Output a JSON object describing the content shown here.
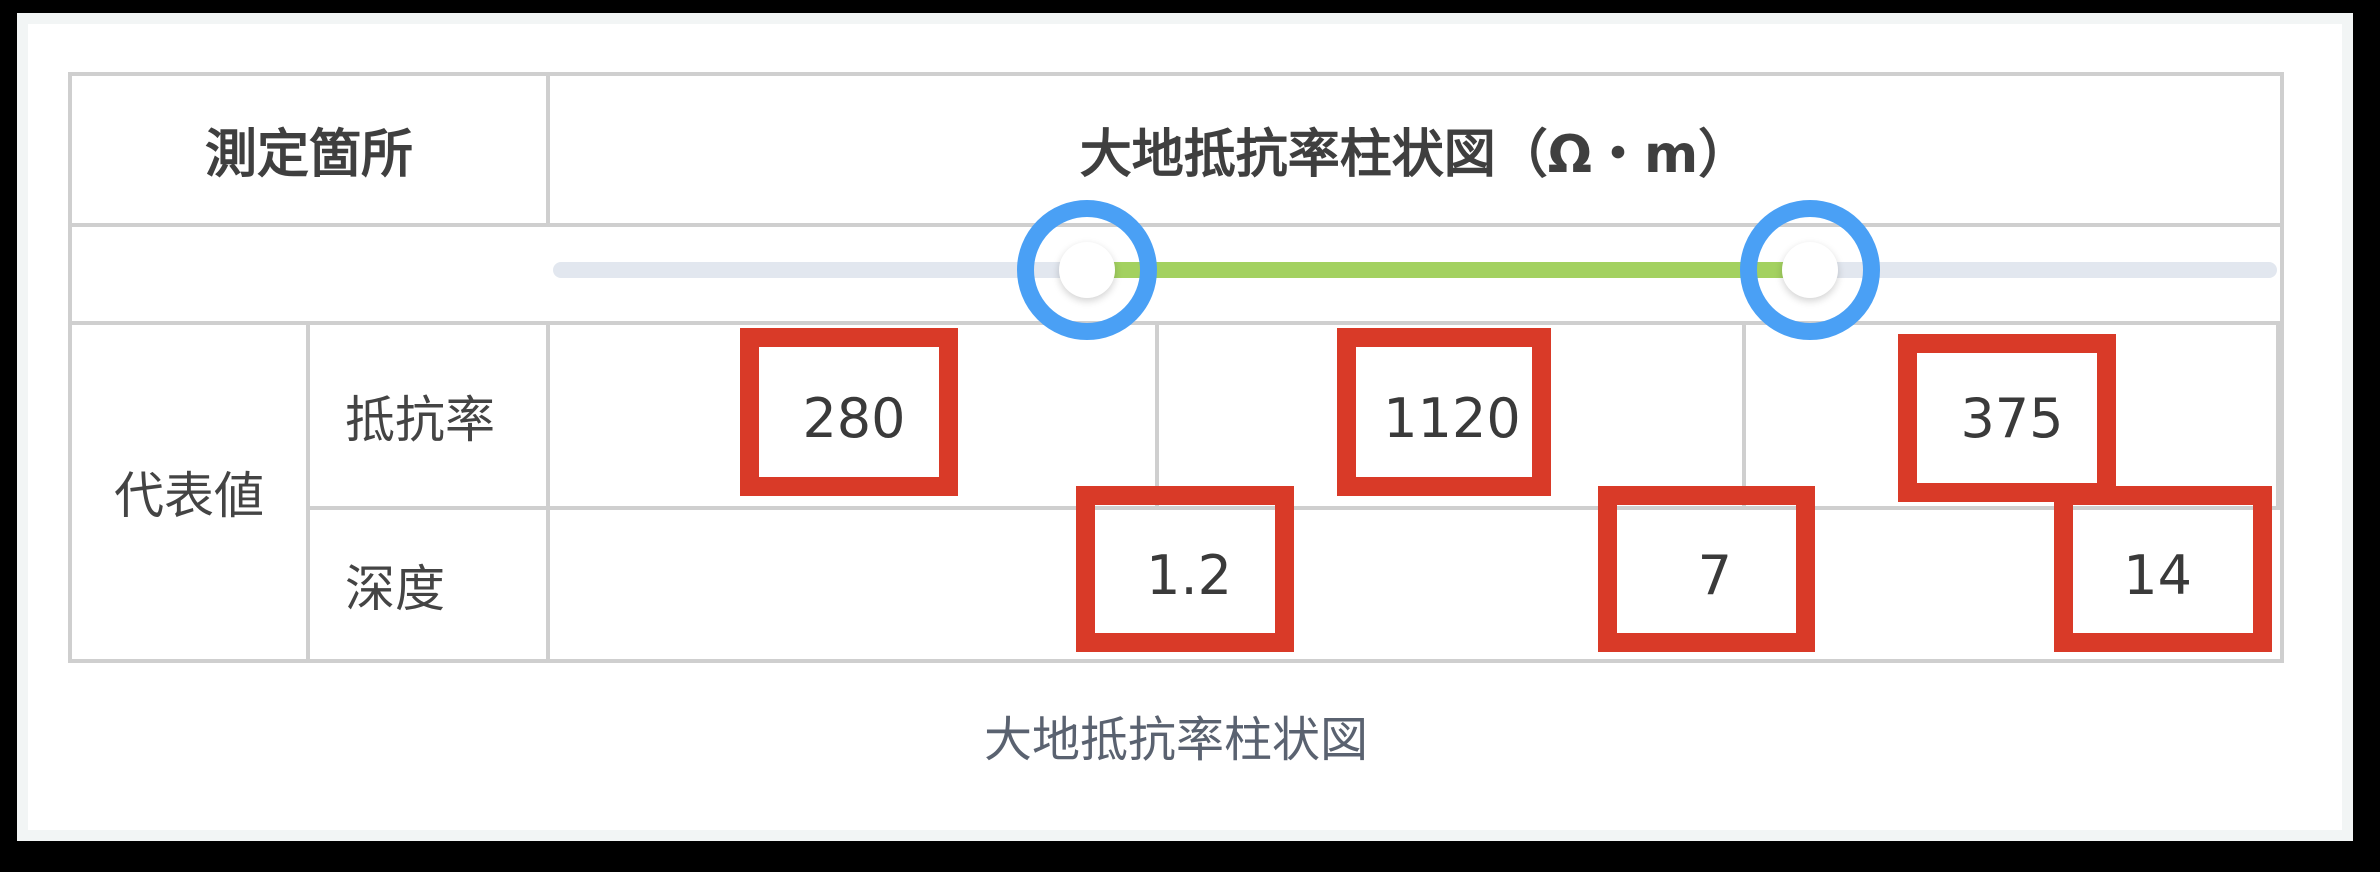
{
  "table": {
    "header_location": "測定箇所",
    "header_chart_title": "大地抵抗率柱状図（Ω・m）",
    "row_group_label": "代表値",
    "row_labels": {
      "resistivity": "抵抗率",
      "depth": "深度"
    },
    "resistivity_values": [
      "280",
      "1120",
      "375"
    ],
    "depth_values": [
      "1.2",
      "7",
      "14"
    ]
  },
  "slider": {
    "type": "range",
    "handles": [
      {
        "name": "lower",
        "position_label": "1.2"
      },
      {
        "name": "upper",
        "position_label": "7"
      }
    ],
    "colors": {
      "track": "#e2e7ef",
      "range": "#a3d160",
      "handle": "#ffffff"
    }
  },
  "annotations": {
    "highlight_circle_color": "#4aa0f5",
    "highlight_box_color": "#d93a28"
  },
  "caption": "大地抵抗率柱状図"
}
